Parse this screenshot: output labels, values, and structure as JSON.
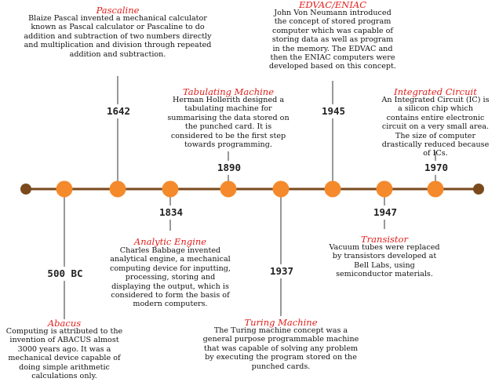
{
  "colors": {
    "line": "#7a4a1d",
    "node": "#f58a2c",
    "end_cap": "#7a4a1d",
    "connector": "#555555",
    "title": "#e0201c"
  },
  "events": [
    {
      "id": "abacus",
      "year": "500 BC",
      "title": "Abacus",
      "desc": "Computing is attributed to the invention of ABACUS almost 3000 years ago. It was a mechanical device capable of doing simple arithmetic calculations only."
    },
    {
      "id": "pascaline",
      "year": "1642",
      "title": "Pascaline",
      "desc": "Blaize Pascal invented a mechanical calculator known as Pascal calculator or Pascaline to do addition and subtraction of two numbers directly and multiplication and division through repeated addition and subtraction."
    },
    {
      "id": "analytic-engine",
      "year": "1834",
      "title": "Analytic Engine",
      "desc": "Charles Babbage invented analytical engine, a mechanical computing device for inputting, processing, storing and displaying the output, which is considered to form the basis of modern computers."
    },
    {
      "id": "tabulating-machine",
      "year": "1890",
      "title": "Tabulating Machine",
      "desc": "Herman Hollerith designed a tabulating machine for summarising the data stored on the punched card. It is considered to be the first step towards programming."
    },
    {
      "id": "turing-machine",
      "year": "1937",
      "title": "Turing Machine",
      "desc": "The Turing machine concept was a general purpose programmable machine that was capable of solving any problem by executing the program stored on the punched cards."
    },
    {
      "id": "edvac-eniac",
      "year": "1945",
      "title": "EDVAC/ENIAC",
      "desc": "John Von Neumann introduced the concept of stored program computer which was capable of storing data as well as program in the memory. The EDVAC and then the ENIAC computers were developed based on this concept."
    },
    {
      "id": "transistor",
      "year": "1947",
      "title": "Transistor",
      "desc": "Vacuum tubes were replaced by transistors developed at Bell Labs, using semiconductor materials."
    },
    {
      "id": "integrated-circuit",
      "year": "1970",
      "title": "Integrated Circuit",
      "desc": "An Integrated Circuit (IC) is a silicon chip which contains entire electronic circuit on a very small area. The size of computer drastically reduced because of ICs."
    }
  ]
}
